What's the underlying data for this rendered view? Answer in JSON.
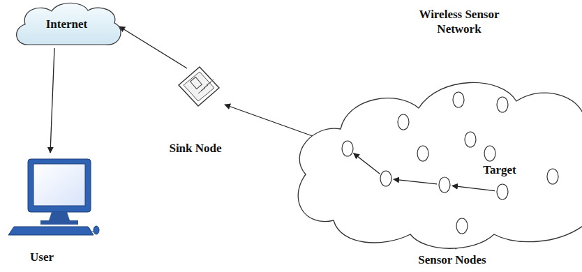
{
  "diagram": {
    "nodes": [
      {
        "text": [
          "Internet"
        ]
      },
      {
        "text": [
          "Sink Node"
        ]
      },
      {
        "text": [
          "Wireless Sensor Network"
        ]
      },
      {
        "text": [
          "User"
        ]
      }
    ],
    "edges": [
      {
        "from": 2,
        "to": 1,
        "arrow": "to"
      },
      {
        "from": 1,
        "to": 0,
        "arrow": "to"
      },
      {
        "from": 0,
        "to": 3,
        "arrow": "to"
      }
    ],
    "labels": [
      "Target",
      "Sensor Nodes"
    ]
  }
}
